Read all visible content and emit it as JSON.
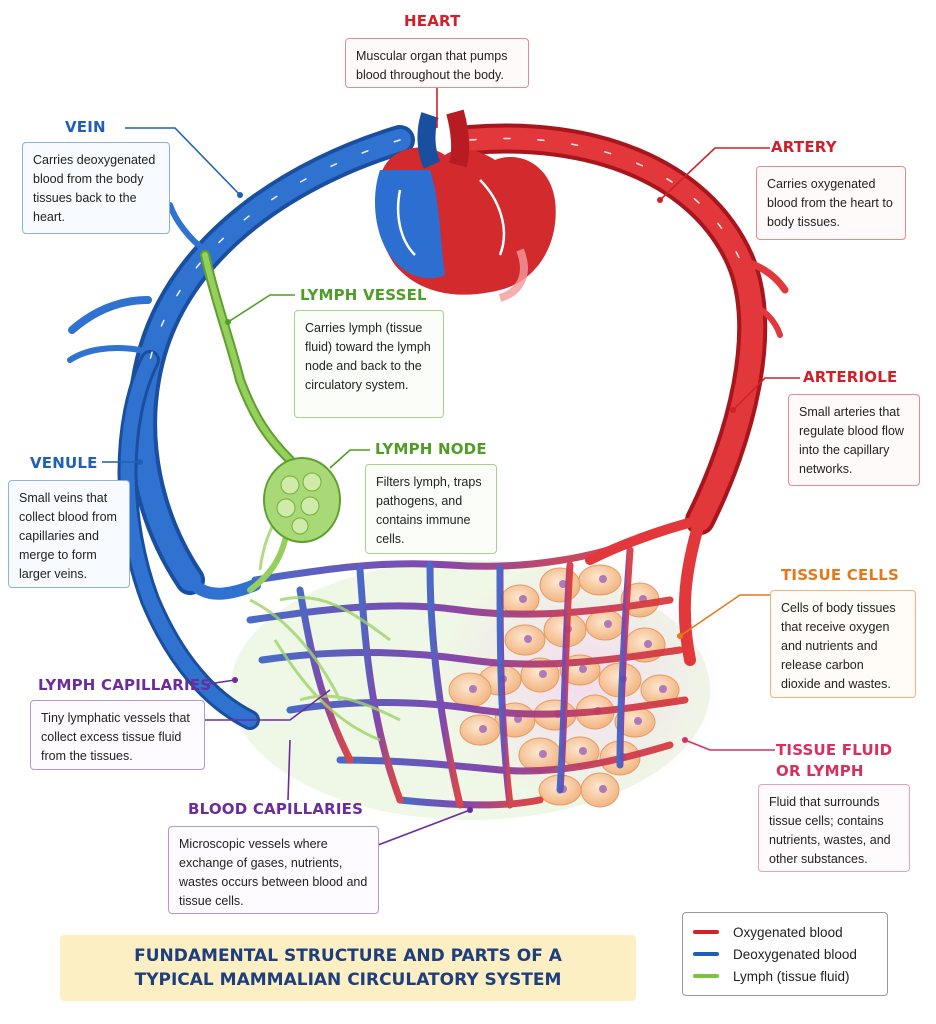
{
  "title": {
    "line1": "FUNDAMENTAL STRUCTURE AND PARTS OF A",
    "line2": "TYPICAL MAMMALIAN CIRCULATORY SYSTEM"
  },
  "callouts": {
    "heart": {
      "title": "HEART",
      "text": "Muscular organ that pumps blood throughout the body."
    },
    "vein": {
      "title": "VEIN",
      "text": "Carries deoxygenated blood from the body tissues back to the heart."
    },
    "artery": {
      "title": "ARTERY",
      "text": "Carries oxygenated blood from the heart to body tissues."
    },
    "lymph_vessel": {
      "title": "LYMPH VESSEL",
      "text": "Carries lymph (tissue fluid) toward the lymph node and back to the circulatory system."
    },
    "arteriole": {
      "title": "ARTERIOLE",
      "text": "Small arteries that regulate blood flow into the capillary networks."
    },
    "lymph_node": {
      "title": "LYMPH NODE",
      "text": "Filters lymph, traps pathogens, and contains immune cells."
    },
    "venule": {
      "title": "VENULE",
      "text": "Small veins that collect blood from capillaries and merge to form larger veins."
    },
    "tissue_cells": {
      "title": "TISSUE CELLS",
      "text": "Cells of body tissues that receive oxygen and nutrients and release carbon dioxide and wastes."
    },
    "lymph_capillaries": {
      "title": "LYMPH CAPILLARIES",
      "text": "Tiny lymphatic vessels that collect excess tissue fluid from the tissues."
    },
    "tissue_fluid": {
      "title_line1": "TISSUE FLUID",
      "title_line2": "OR LYMPH",
      "text": "Fluid that surrounds tissue cells; contains nutrients, wastes, and other substances."
    },
    "blood_capillaries": {
      "title": "BLOOD CAPILLARIES",
      "text": "Microscopic vessels where exchange of gases, nutrients, wastes occurs between blood and tissue cells."
    }
  },
  "legend": {
    "items": [
      {
        "label": "Oxygenated blood",
        "color": "#d42027"
      },
      {
        "label": "Deoxygenated blood",
        "color": "#1f5fb5"
      },
      {
        "label": "Lymph (tissue fluid)",
        "color": "#7cc142"
      }
    ]
  },
  "colors": {
    "oxygenated": "#d42027",
    "deoxygenated": "#1f5fb5",
    "lymph": "#7cc142",
    "capillary": "#6a3aa0",
    "tissue_cell": "#f6c9a0"
  }
}
